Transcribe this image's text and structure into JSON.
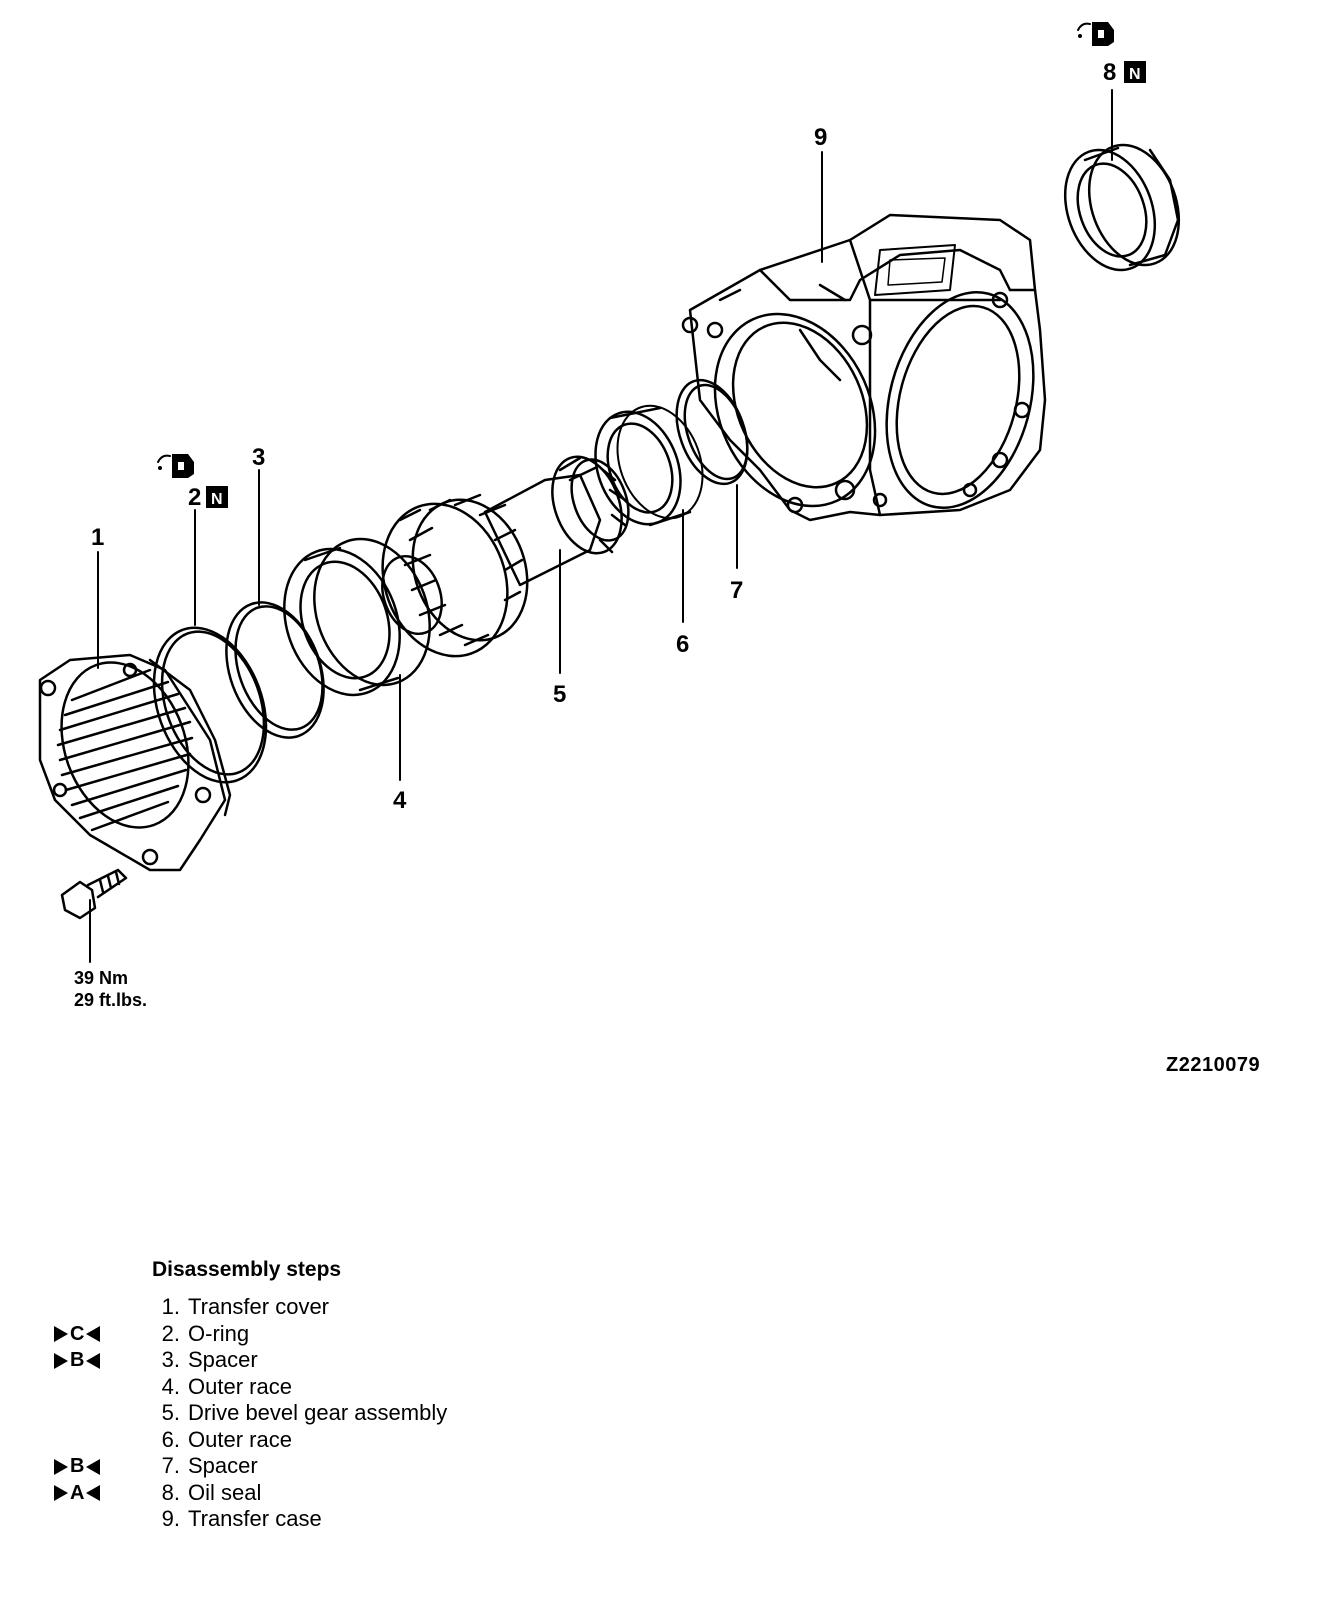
{
  "callouts": {
    "c1": "1",
    "c2": "2",
    "c3": "3",
    "c4": "4",
    "c5": "5",
    "c6": "6",
    "c7": "7",
    "c8": "8",
    "c9": "9",
    "n_symbol": "N"
  },
  "torque": {
    "line1": "39 Nm",
    "line2": "29 ft.lbs."
  },
  "figure_code": "Z2210079",
  "steps_title": "Disassembly steps",
  "steps": [
    {
      "num": "1.",
      "text": "Transfer cover",
      "mark": ""
    },
    {
      "num": "2.",
      "text": "O-ring",
      "mark": "C"
    },
    {
      "num": "3.",
      "text": "Spacer",
      "mark": "B"
    },
    {
      "num": "4.",
      "text": "Outer race",
      "mark": ""
    },
    {
      "num": "5.",
      "text": "Drive bevel gear assembly",
      "mark": ""
    },
    {
      "num": "6.",
      "text": "Outer race",
      "mark": ""
    },
    {
      "num": "7.",
      "text": "Spacer",
      "mark": "B"
    },
    {
      "num": "8.",
      "text": "Oil seal",
      "mark": "A"
    },
    {
      "num": "9.",
      "text": "Transfer case",
      "mark": ""
    }
  ],
  "icons": {
    "grease": "grease-gun-icon",
    "new_part": "new-part-icon"
  }
}
